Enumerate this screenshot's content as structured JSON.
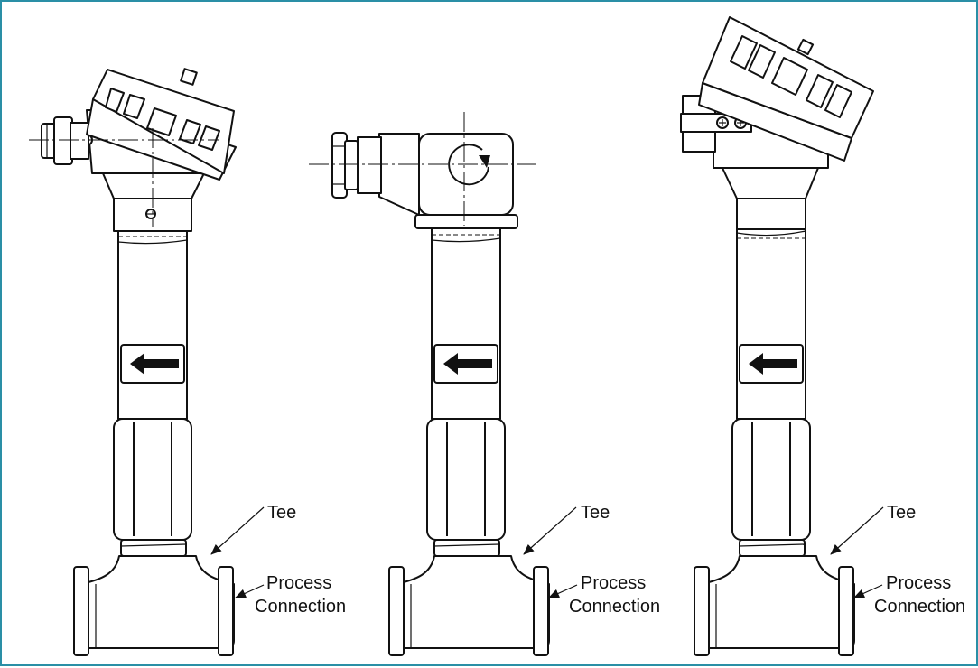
{
  "views": [
    {
      "tee_label": "Tee",
      "process_label_line1": "Process",
      "process_label_line2": "Connection"
    },
    {
      "tee_label": "Tee",
      "process_label_line1": "Process",
      "process_label_line2": "Connection"
    },
    {
      "tee_label": "Tee",
      "process_label_line1": "Process",
      "process_label_line2": "Connection"
    }
  ],
  "colors": {
    "frame_border": "#2a8fa6",
    "line": "#111111"
  }
}
